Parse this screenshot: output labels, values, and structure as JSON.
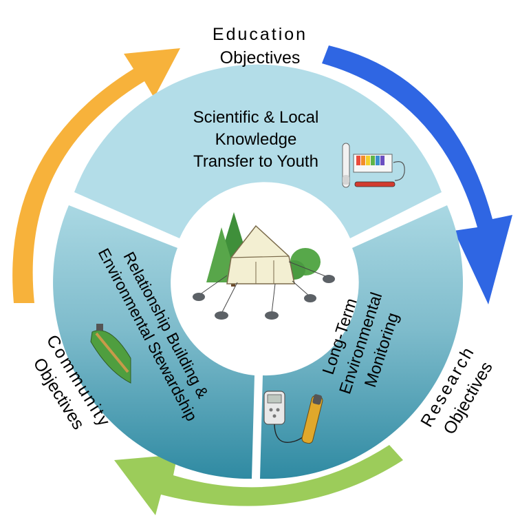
{
  "cycle": {
    "education": {
      "line1": "Education",
      "line2": "Objectives"
    },
    "research": {
      "line1": "Research",
      "line2": "Objectives"
    },
    "community": {
      "line1": "Community",
      "line2": "Objectives"
    }
  },
  "segments": {
    "top": {
      "line1": "Scientific & Local",
      "line2": "Knowledge",
      "line3": "Transfer to Youth"
    },
    "right": {
      "line1": "Long-Term",
      "line2": "Environmental",
      "line3": "Monitoring"
    },
    "left": {
      "line1": "Relationship Building &",
      "line2": "Environmental Stewardship"
    }
  },
  "colors": {
    "arrow_education_to_research": "#2f66e3",
    "arrow_research_to_community": "#9ccc5a",
    "arrow_community_to_education": "#f7b23b",
    "segment_top": "#b3dde8",
    "segment_gradient_top": "#a8d6e1",
    "segment_gradient_bottom": "#3c8fa5"
  }
}
